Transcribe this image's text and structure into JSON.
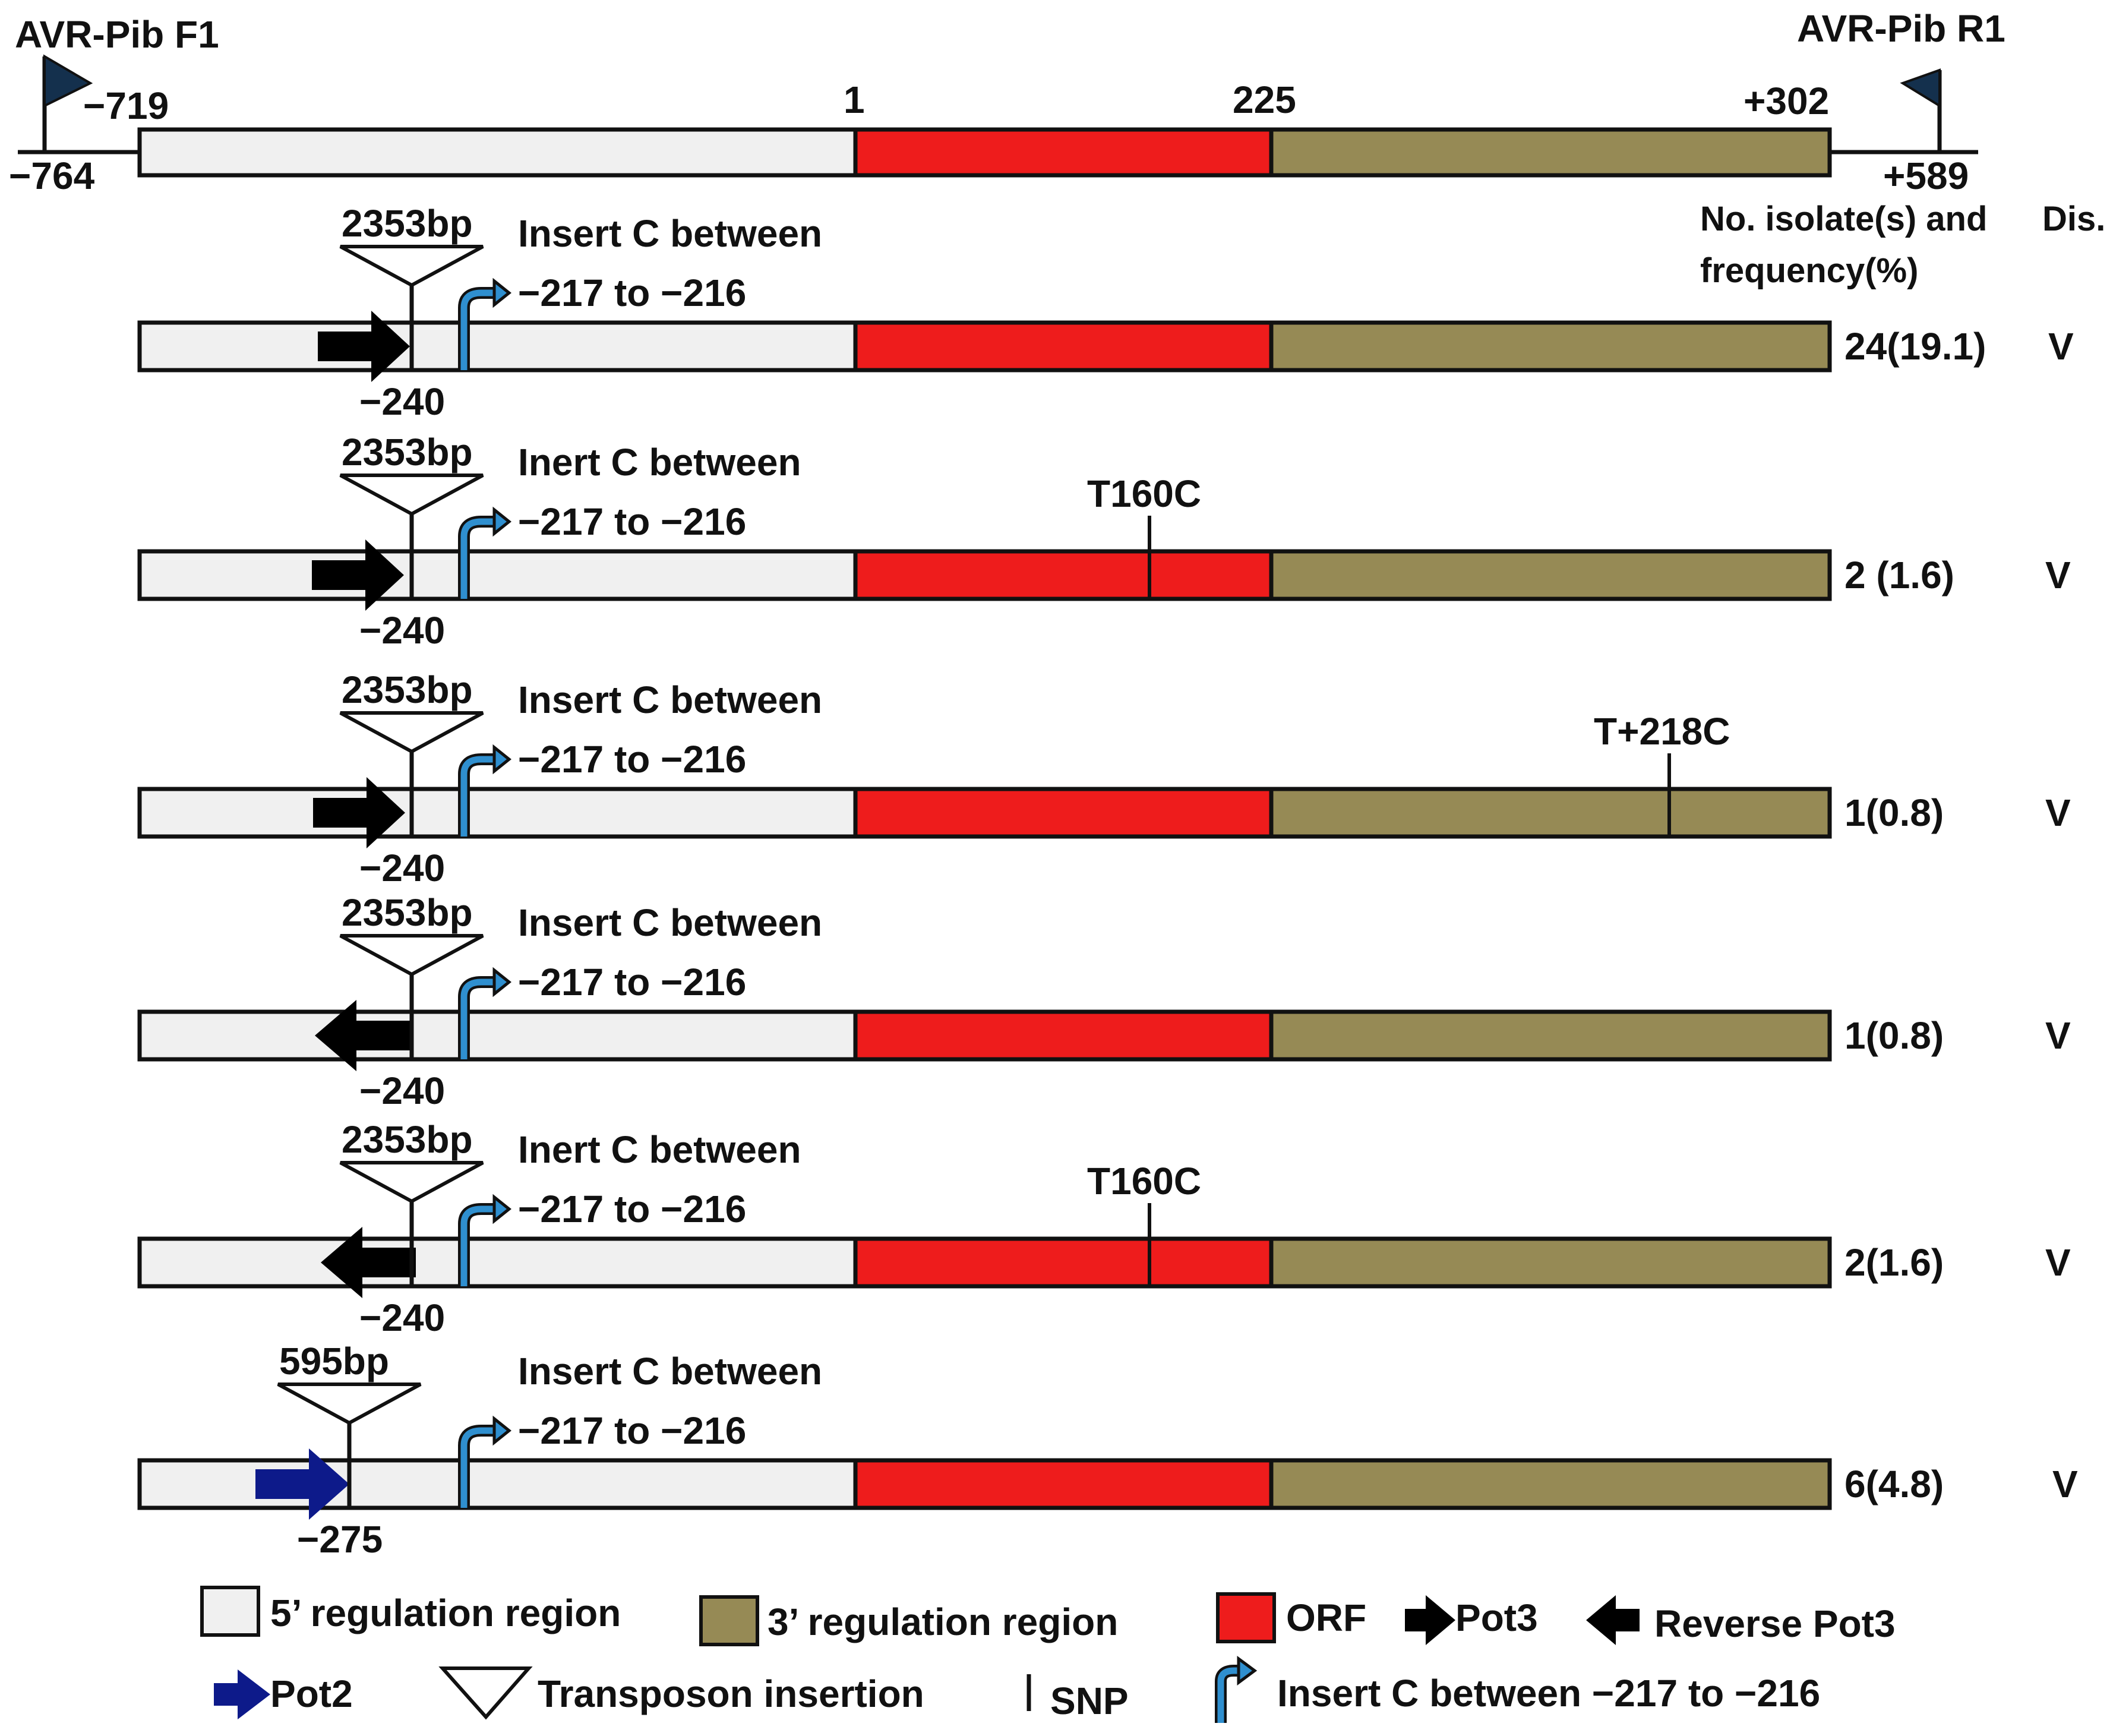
{
  "colors": {
    "five_prime": "#f0f0f0",
    "orf": "#ee1c1c",
    "three_prime": "#968a55",
    "pot2": "#0d1a8a",
    "pot3": "#000000",
    "insert_c_arrow": "#2f8fcf",
    "flag": "#14304d",
    "outline": "#111111"
  },
  "reference": {
    "primer_forward": "AVR-Pib F1",
    "primer_reverse": "AVR-Pib R1",
    "pos_start": "−764",
    "pos_5_start": "−719",
    "pos_orf_start": "1",
    "pos_orf_end": "225",
    "pos_3_end": "+302",
    "pos_end": "+589"
  },
  "column_headers": {
    "isolates": [
      "No. isolate(s) and",
      "frequency(%)"
    ],
    "distribution": "Dis."
  },
  "haplotypes": [
    {
      "insert_size": "2353bp",
      "insert_c_line1": "Insert C between",
      "insert_c_line2": "−217 to −216",
      "pot_type": "pot3",
      "pot_direction": "forward",
      "pot_position": "−240",
      "snp": "",
      "isolates": "24(19.1)",
      "dis": "V"
    },
    {
      "insert_size": "2353bp",
      "insert_c_line1": "Inert C between",
      "insert_c_line2": "−217 to −216",
      "pot_type": "pot3",
      "pot_direction": "forward",
      "pot_position": "−240",
      "snp": "T160C",
      "isolates": "2 (1.6)",
      "dis": "V"
    },
    {
      "insert_size": "2353bp",
      "insert_c_line1": "Insert C between",
      "insert_c_line2": "−217 to −216",
      "pot_type": "pot3",
      "pot_direction": "forward",
      "pot_position": "−240",
      "snp": "T+218C",
      "isolates": "1(0.8)",
      "dis": "V"
    },
    {
      "insert_size": "2353bp",
      "insert_c_line1": "Insert C between",
      "insert_c_line2": "−217 to −216",
      "pot_type": "pot3",
      "pot_direction": "reverse",
      "pot_position": "−240",
      "snp": "",
      "isolates": "1(0.8)",
      "dis": "V"
    },
    {
      "insert_size": "2353bp",
      "insert_c_line1": "Inert C between",
      "insert_c_line2": "−217 to −216",
      "pot_type": "pot3",
      "pot_direction": "reverse",
      "pot_position": "−240",
      "snp": "T160C",
      "isolates": "2(1.6)",
      "dis": "V"
    },
    {
      "insert_size": "595bp",
      "insert_c_line1": "Insert C between",
      "insert_c_line2": "−217 to −216",
      "pot_type": "pot2",
      "pot_direction": "forward",
      "pot_position": "−275",
      "snp": "",
      "isolates": "6(4.8)",
      "dis": "V"
    }
  ],
  "legend": {
    "five_prime": "5’ regulation region",
    "three_prime": "3’ regulation region",
    "orf": "ORF",
    "pot3": "Pot3",
    "reverse_pot3": "Reverse Pot3",
    "pot2": "Pot2",
    "transposon": "Transposon insertion",
    "snp": "SNP",
    "insert_c": "Insert C between −217 to −216"
  }
}
